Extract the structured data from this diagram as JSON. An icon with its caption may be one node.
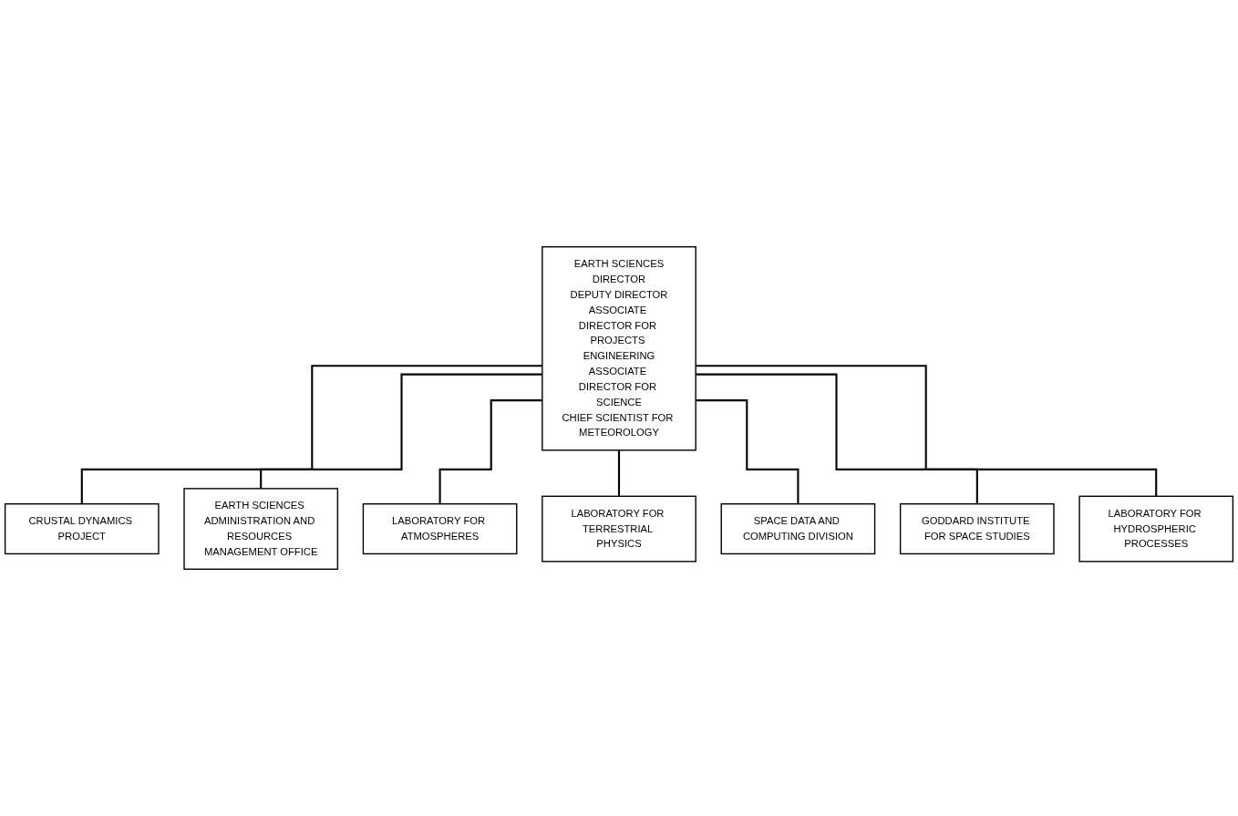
{
  "diagram": {
    "nodes": [
      {
        "text": [
          "EARTH SCIENCES",
          "DIRECTOR",
          "DEPUTY DIRECTOR",
          "ASSOCIATE DIRECTOR FOR PROJECTS ENGINEERING",
          "ASSOCIATE DIRECTOR FOR SCIENCE",
          "CHIEF SCIENTIST FOR METEOROLOGY"
        ]
      },
      {
        "text": [
          "CRUSTAL DYNAMICS PROJECT"
        ]
      },
      {
        "text": [
          "EARTH SCIENCES ADMINISTRATION AND RESOURCES MANAGEMENT OFFICE"
        ]
      },
      {
        "text": [
          "LABORATORY FOR ATMOSPHERES"
        ]
      },
      {
        "text": [
          "LABORATORY FOR TERRESTRIAL PHYSICS"
        ]
      },
      {
        "text": [
          "SPACE DATA AND COMPUTING DIVISION"
        ]
      },
      {
        "text": [
          "GODDARD INSTITUTE FOR SPACE STUDIES"
        ]
      },
      {
        "text": [
          "LABORATORY FOR HYDROSPHERIC PROCESSES"
        ]
      }
    ],
    "edges": [
      {
        "from": 0,
        "to": 1,
        "arrow": "none"
      },
      {
        "from": 0,
        "to": 2,
        "arrow": "none"
      },
      {
        "from": 0,
        "to": 3,
        "arrow": "none"
      },
      {
        "from": 0,
        "to": 4,
        "arrow": "none"
      },
      {
        "from": 0,
        "to": 5,
        "arrow": "none"
      },
      {
        "from": 0,
        "to": 6,
        "arrow": "none"
      },
      {
        "from": 0,
        "to": 7,
        "arrow": "none"
      }
    ]
  }
}
